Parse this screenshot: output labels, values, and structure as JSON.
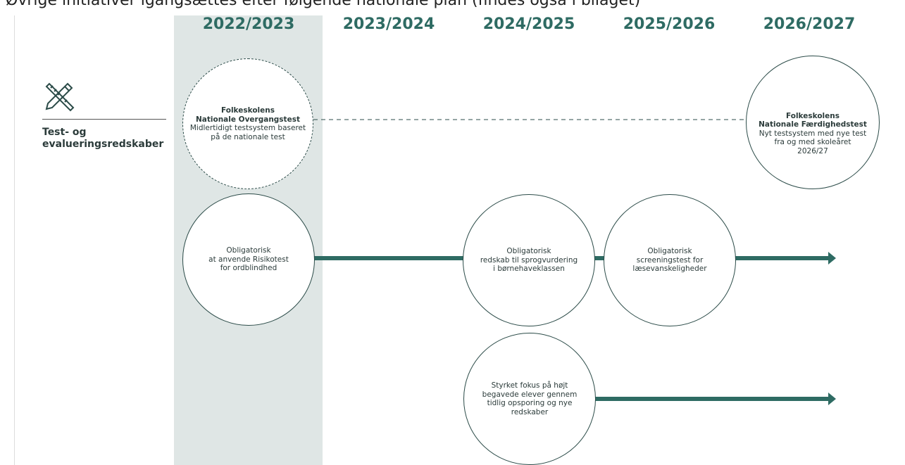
{
  "caption": "Øvrige initiativer igangsættes efter følgende nationale plan (findes også i bilaget)",
  "years": [
    "2022/2023",
    "2023/2024",
    "2024/2025",
    "2025/2026",
    "2026/2027"
  ],
  "category": {
    "icon": "pencil-ruler-icon",
    "label_line1": "Test- og",
    "label_line2": "evalueringsredskaber"
  },
  "circles": {
    "overgangstest": {
      "title1": "Folkeskolens",
      "title2": "Nationale Overgangstest",
      "text1": "Midlertidigt testsystem baseret",
      "text2": "på de nationale test"
    },
    "faerdighedstest": {
      "title1": "Folkeskolens",
      "title2": "Nationale Færdighedstest",
      "text1": "Nyt testsystem med nye test",
      "text2": "fra og med skoleåret",
      "text3": "2026/27"
    },
    "risikotest": {
      "line1": "Obligatorisk",
      "line2": "at anvende Risikotest",
      "line3": "for ordblindhed"
    },
    "sprogvurdering": {
      "line1": "Obligatorisk",
      "line2": "redskab til sprogvurdering",
      "line3": "i børnehaveklassen"
    },
    "screeningstest": {
      "line1": "Obligatorisk",
      "line2": "screeningstest for",
      "line3": "læsevanskeligheder"
    },
    "hoejtbegavede": {
      "line1": "Styrket fokus på højt",
      "line2": "begavede elever gennem",
      "line3": "tidlig opsporing og nye",
      "line4": "redskaber"
    }
  },
  "colors": {
    "accent": "#2e6b63",
    "highlight": "#dfe6e5",
    "dark": "#2b4b48"
  }
}
